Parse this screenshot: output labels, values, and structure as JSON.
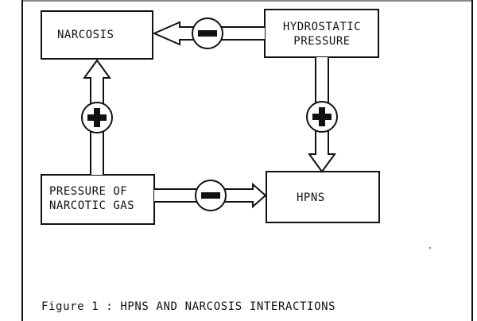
{
  "nodes": {
    "narcosis": "NARCOSIS",
    "hydrostatic_pressure": [
      "HYDROSTATIC",
      "PRESSURE"
    ],
    "pressure_of_narcotic_gas": [
      "PRESSURE OF",
      "NARCOTIC GAS"
    ],
    "hpns": "HPNS"
  },
  "edges": [
    {
      "from": "hydrostatic_pressure",
      "to": "narcosis",
      "sign": "−"
    },
    {
      "from": "hydrostatic_pressure",
      "to": "hpns",
      "sign": "+"
    },
    {
      "from": "pressure_of_narcotic_gas",
      "to": "narcosis",
      "sign": "+"
    },
    {
      "from": "pressure_of_narcotic_gas",
      "to": "hpns",
      "sign": "−"
    }
  ],
  "caption": "Figure 1 : HPNS AND NARCOSIS INTERACTIONS",
  "colors": {
    "ink": "#111111",
    "paper": "#ffffff"
  }
}
